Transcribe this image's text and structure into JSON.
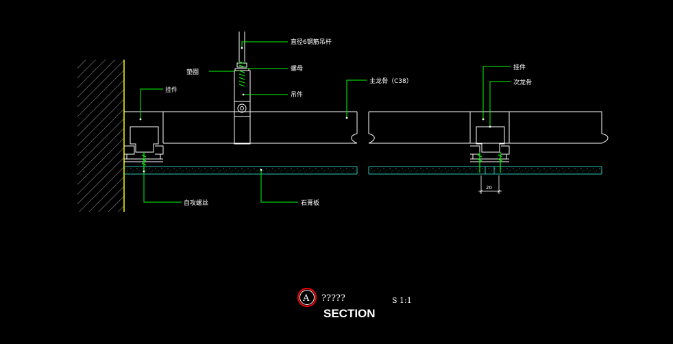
{
  "labels": {
    "rod": "直径6钢筋吊杆",
    "nut": "螺母",
    "washer": "垫圈",
    "hanger_part": "吊件",
    "hook_left": "挂件",
    "main_keel": "主龙骨（C38）",
    "hook_right": "挂件",
    "secondary_keel": "次龙骨",
    "screw": "自攻螺丝",
    "gypsum_board": "石膏板"
  },
  "dimension": {
    "value": "20"
  },
  "title": {
    "marker": "A",
    "text": "?????",
    "section": "SECTION",
    "scale": "S 1:1"
  },
  "colors": {
    "background": "#000000",
    "outline": "#ffffff",
    "leader": "#00ff00",
    "wall_edge": "#ffff00",
    "hatch": "#8a8a8a",
    "board": "#2ec4b6",
    "marker_ring": "#ff0000"
  }
}
